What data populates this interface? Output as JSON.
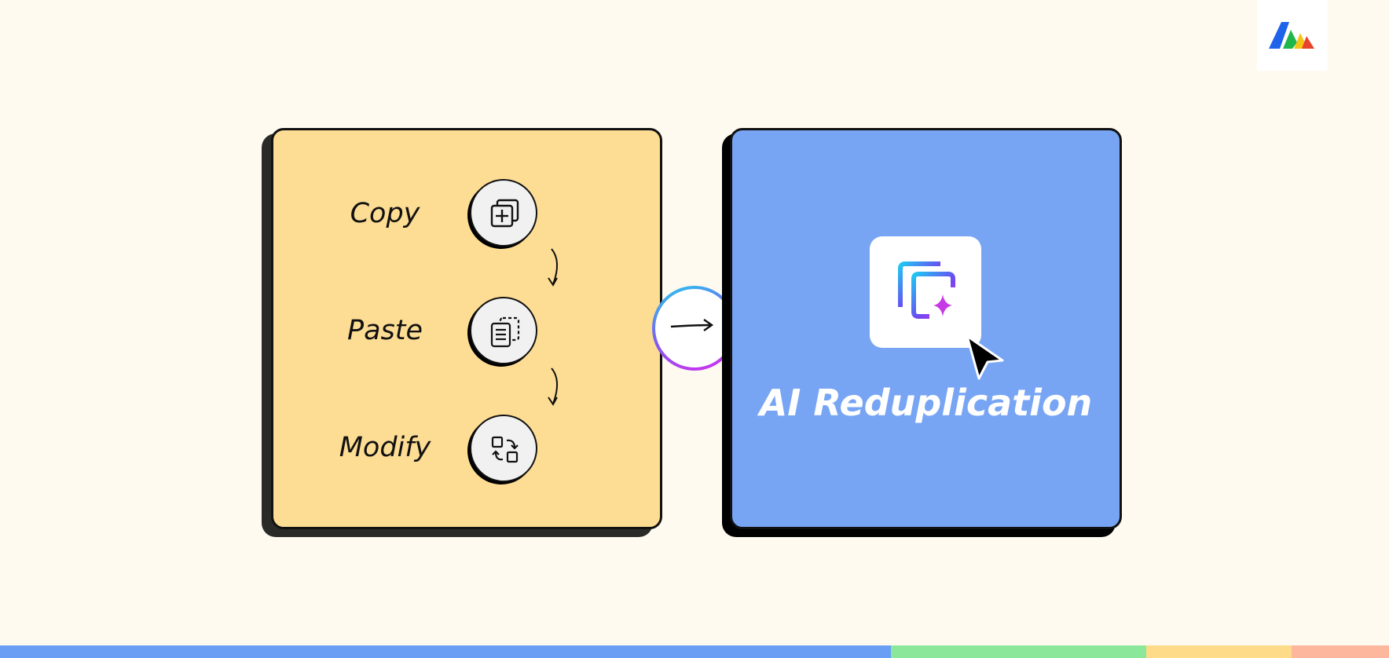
{
  "steps": [
    {
      "label": "Copy",
      "icon": "copy-plus-icon"
    },
    {
      "label": "Paste",
      "icon": "paste-document-icon"
    },
    {
      "label": "Modify",
      "icon": "modify-swap-icon"
    }
  ],
  "connector": {
    "icon": "right-arrow-icon"
  },
  "feature": {
    "title": "AI Reduplication",
    "icon": "ai-reduplication-icon"
  },
  "colors": {
    "background": "#FEFAF0",
    "left_card": "#FDDC94",
    "right_card": "#77A5F4",
    "bar": [
      "#6A9EF5",
      "#8BE89A",
      "#FDDB88",
      "#FDB79C"
    ]
  }
}
